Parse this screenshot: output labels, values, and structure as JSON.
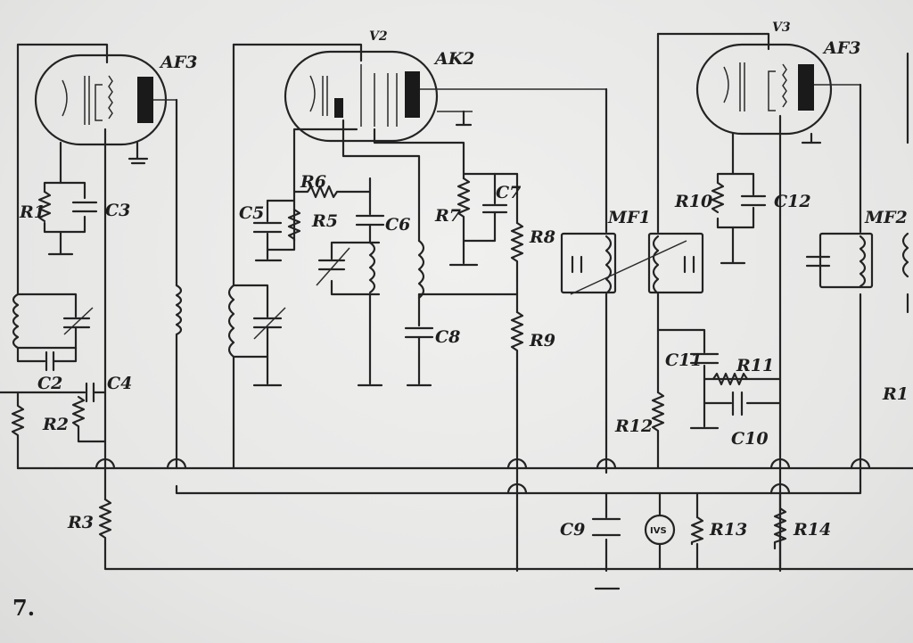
{
  "figure": {
    "number": "7."
  },
  "tubes": {
    "af3": {
      "label": "AF3",
      "designator": ""
    },
    "ak2": {
      "label": "AK2",
      "designator": "V2"
    },
    "af3b": {
      "label": "AF3",
      "designator": "V3"
    }
  },
  "resistors": {
    "r1": "R1",
    "r2": "R2",
    "r3": "R3",
    "r5": "R5",
    "r6": "R6",
    "r7": "R7",
    "r8": "R8",
    "r9": "R9",
    "r10": "R10",
    "r11": "R11",
    "r12": "R12",
    "r13": "R13",
    "r14": "R14",
    "r15": "R1"
  },
  "capacitors": {
    "c2": "C2",
    "c3": "C3",
    "c4": "C4",
    "c5": "C5",
    "c6": "C6",
    "c7": "C7",
    "c8": "C8",
    "c9": "C9",
    "c10": "C10",
    "c11": "C11",
    "c12": "C12"
  },
  "transformers": {
    "mf1": "MF1",
    "mf2": "MF2"
  },
  "meter": {
    "label": "IVS"
  }
}
